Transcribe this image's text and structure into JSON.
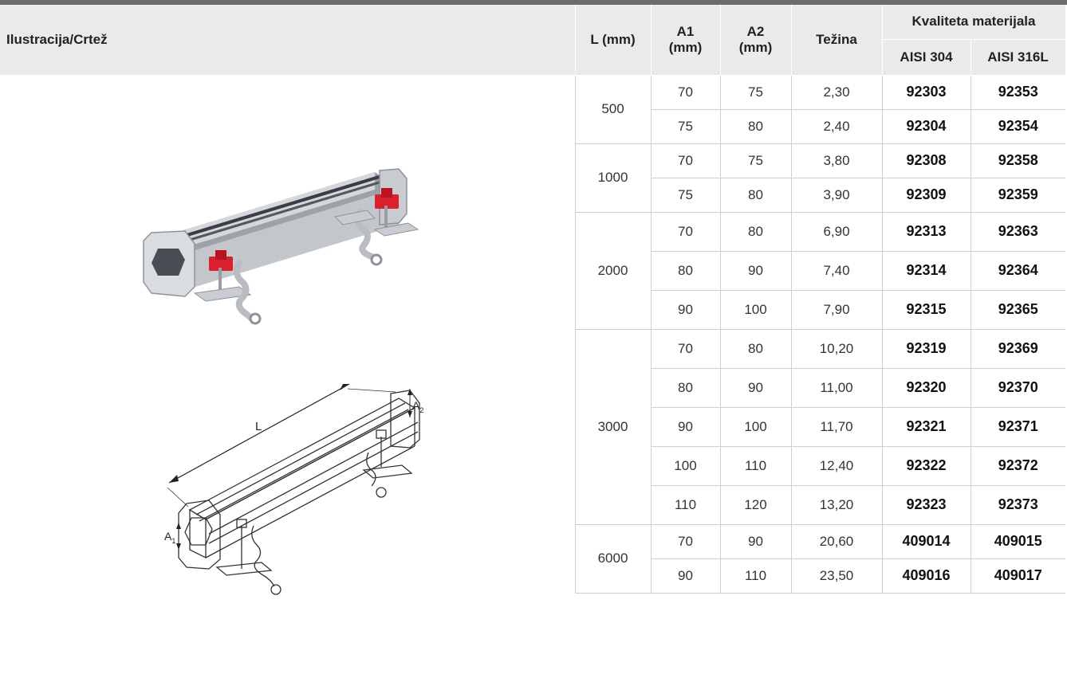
{
  "header": {
    "illustration": "Ilustracija/Crtež",
    "length": "L (mm)",
    "a1": "A1 (mm)",
    "a2": "A2 (mm)",
    "weight": "Težina",
    "material_group": "Kvaliteta materijala",
    "material_1": "AISI 304",
    "material_2": "AISI 316L"
  },
  "drawing_labels": {
    "length": "L",
    "a1": "A",
    "a1_sub": "1",
    "a2": "A",
    "a2_sub": "2"
  },
  "groups": [
    {
      "length": "500",
      "rows": [
        {
          "a1": "70",
          "a2": "75",
          "weight": "2,30",
          "aisi304": "92303",
          "aisi316l": "92353"
        },
        {
          "a1": "75",
          "a2": "80",
          "weight": "2,40",
          "aisi304": "92304",
          "aisi316l": "92354"
        }
      ]
    },
    {
      "length": "1000",
      "rows": [
        {
          "a1": "70",
          "a2": "75",
          "weight": "3,80",
          "aisi304": "92308",
          "aisi316l": "92358"
        },
        {
          "a1": "75",
          "a2": "80",
          "weight": "3,90",
          "aisi304": "92309",
          "aisi316l": "92359"
        }
      ]
    },
    {
      "length": "2000",
      "rows": [
        {
          "a1": "70",
          "a2": "80",
          "weight": "6,90",
          "aisi304": "92313",
          "aisi316l": "92363"
        },
        {
          "a1": "80",
          "a2": "90",
          "weight": "7,40",
          "aisi304": "92314",
          "aisi316l": "92364"
        },
        {
          "a1": "90",
          "a2": "100",
          "weight": "7,90",
          "aisi304": "92315",
          "aisi316l": "92365"
        }
      ]
    },
    {
      "length": "3000",
      "rows": [
        {
          "a1": "70",
          "a2": "80",
          "weight": "10,20",
          "aisi304": "92319",
          "aisi316l": "92369"
        },
        {
          "a1": "80",
          "a2": "90",
          "weight": "11,00",
          "aisi304": "92320",
          "aisi316l": "92370"
        },
        {
          "a1": "90",
          "a2": "100",
          "weight": "11,70",
          "aisi304": "92321",
          "aisi316l": "92371"
        },
        {
          "a1": "100",
          "a2": "110",
          "weight": "12,40",
          "aisi304": "92322",
          "aisi316l": "92372"
        },
        {
          "a1": "110",
          "a2": "120",
          "weight": "13,20",
          "aisi304": "92323",
          "aisi316l": "92373"
        }
      ]
    },
    {
      "length": "6000",
      "rows": [
        {
          "a1": "70",
          "a2": "90",
          "weight": "20,60",
          "aisi304": "409014",
          "aisi316l": "409015"
        },
        {
          "a1": "90",
          "a2": "110",
          "weight": "23,50",
          "aisi304": "409016",
          "aisi316l": "409017"
        }
      ]
    }
  ],
  "colors": {
    "header_bg": "#eaeaea",
    "accent_red": "#d9202c",
    "steel": "#c9ccd0",
    "topbar": "#6b6b6b"
  }
}
